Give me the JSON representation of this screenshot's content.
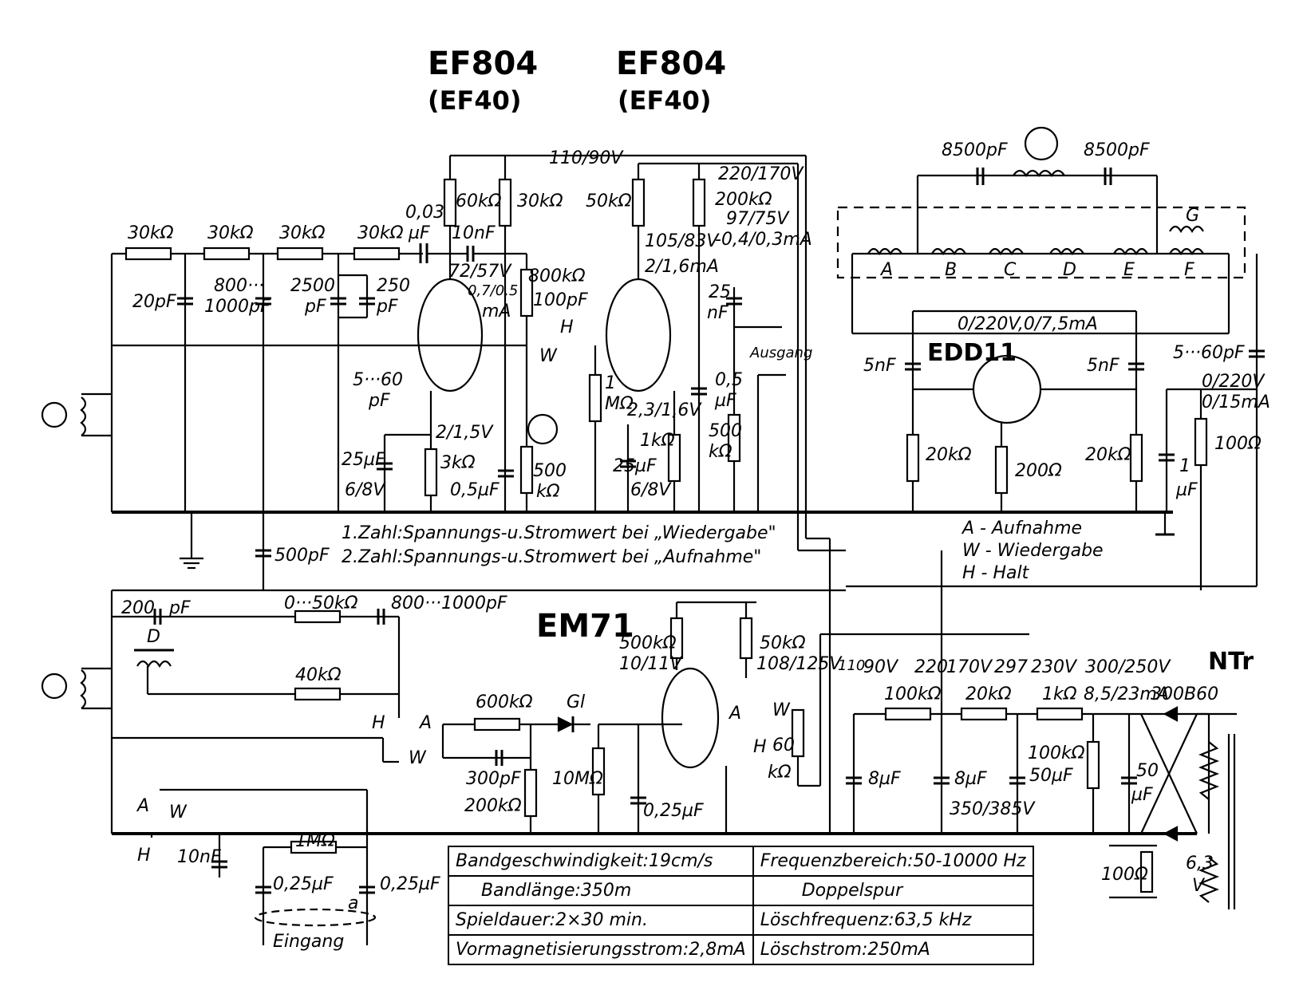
{
  "tubes": {
    "v1": {
      "type": "EF804",
      "alt": "(EF40)"
    },
    "v2": {
      "type": "EF804",
      "alt": "(EF40)"
    },
    "v3": {
      "type": "EDD11"
    },
    "v4": {
      "type": "EM71"
    }
  },
  "transformer": "NTr",
  "input_resistors": [
    "30kΩ",
    "30kΩ",
    "30kΩ",
    "30kΩ"
  ],
  "v1_stage": {
    "c_20pF": "20pF",
    "c_800_1": "800···",
    "c_800_2": "1000pF",
    "c_2500_1": "2500",
    "c_2500_2": "pF",
    "c_250_1": "250",
    "c_250_2": "pF",
    "c_003_1": "0,03",
    "c_003_2": "µF",
    "c_10nF": "10nF",
    "r_60k": "60kΩ",
    "r_30k": "30kΩ",
    "v_plate": "72/57V",
    "i_plate_1": "0,7/0,5",
    "i_plate_2": "mA",
    "c_trim_1": "5···60",
    "c_trim_2": "pF",
    "v_cath": "2/1,5V",
    "r_cath": "3kΩ",
    "c_cath_1": "25µF",
    "c_cath_2": "6/8V",
    "c_screen": "0,5µF",
    "r_800k": "800kΩ",
    "c_100pF": "100pF",
    "r_500k_1": "500",
    "r_500k_2": "kΩ"
  },
  "supply_110": "110/90V",
  "supply_220": "220/170V",
  "v2_stage": {
    "r_50k": "50kΩ",
    "r_200k": "200kΩ",
    "v_screen": "105/83V",
    "v_plate": "97/75V",
    "i_plate": "-0,4/0,3mA",
    "i_screen": "2/1,6mA",
    "c_25nF_1": "25",
    "c_25nF_2": "nF",
    "r_1M_1": "1",
    "r_1M_2": "MΩ",
    "v_cath": "2,3/1,6V",
    "r_1k": "1kΩ",
    "c_cath_1": "25µF",
    "c_cath_2": "6/8V",
    "c_05_1": "0,5",
    "c_05_2": "µF",
    "r_500k_1": "500",
    "r_500k_2": "kΩ",
    "ausgang": "Ausgang"
  },
  "switch_labels": {
    "H": "H",
    "W": "W",
    "A": "A"
  },
  "osc_stage": {
    "c_8500_l": "8500pF",
    "c_8500_r": "8500pF",
    "coil_G": "G",
    "taps": [
      "A",
      "B",
      "C",
      "D",
      "E",
      "F"
    ],
    "v_plate": "0/220V,0/7,5mA",
    "c_5nF_l": "5nF",
    "c_5nF_r": "5nF",
    "c_trim": "5···60pF",
    "v_supply_1": "0/220V",
    "v_supply_2": "0/15mA",
    "r_20k_l": "20kΩ",
    "r_200": "200Ω",
    "r_20k_r": "20kΩ",
    "c_1uF_1": "1",
    "c_1uF_2": "µF",
    "r_100": "100Ω"
  },
  "notes": {
    "line1": "1.Zahl:Spannungs-u.Stromwert bei „Wiedergabe\"",
    "line2": "2.Zahl:Spannungs-u.Stromwert bei „Aufnahme\""
  },
  "legend": {
    "a": "A - Aufnahme",
    "w": "W - Wiedergabe",
    "h": "H - Halt"
  },
  "lower": {
    "c_500pF": "500pF",
    "c_200pF_1": "200",
    "c_200pF_2": "pF",
    "r_0_50k": "0···50kΩ",
    "c_800_1000": "800···1000pF",
    "coil_D": "D",
    "r_40k": "40kΩ",
    "r_600k": "600kΩ",
    "diode_gl": "Gl",
    "c_300pF": "300pF",
    "r_200k": "200kΩ",
    "r_10M": "10MΩ",
    "c_025": "0,25µF",
    "r_500k": "500kΩ",
    "v_em71": "10/11V",
    "r_50k": "50kΩ",
    "v_em71_2": "108/125V",
    "r_60k_1": "60",
    "r_60k_2": "kΩ",
    "c_10nF": "10nF",
    "r_1M": "1MΩ",
    "c_025_1": "0,25µF",
    "c_025_2": "0,25µF",
    "a_mark": "a",
    "eingang": "Eingang"
  },
  "psu": {
    "v110": "110",
    "v90": "90V",
    "v220": "220",
    "v170": "170V",
    "v297": "297",
    "v230": "230V",
    "v300": "300/250V",
    "rect": "300B60",
    "r_100k": "100kΩ",
    "r_20k": "20kΩ",
    "r_1k": "1kΩ",
    "i_85": "8,5/23mA",
    "c_8uF_1": "8µF",
    "c_8uF_2": "8µF",
    "r_100k_b": "100kΩ",
    "c_50uF": "50µF",
    "c_50_1": "50",
    "c_50_2": "µF",
    "v_350": "350/385V",
    "r_100": "100Ω",
    "v_63_1": "6,3",
    "v_63_2": "V"
  },
  "specs": [
    [
      "Bandgeschwindigkeit:19cm/s",
      "Frequenzbereich:50-10000 Hz"
    ],
    [
      "Bandlänge:350m",
      "Doppelspur"
    ],
    [
      "Spieldauer:2×30 min.",
      "Löschfrequenz:63,5 kHz"
    ],
    [
      "Vormagnetisierungsstrom:2,8mA",
      "Löschstrom:250mA"
    ]
  ]
}
